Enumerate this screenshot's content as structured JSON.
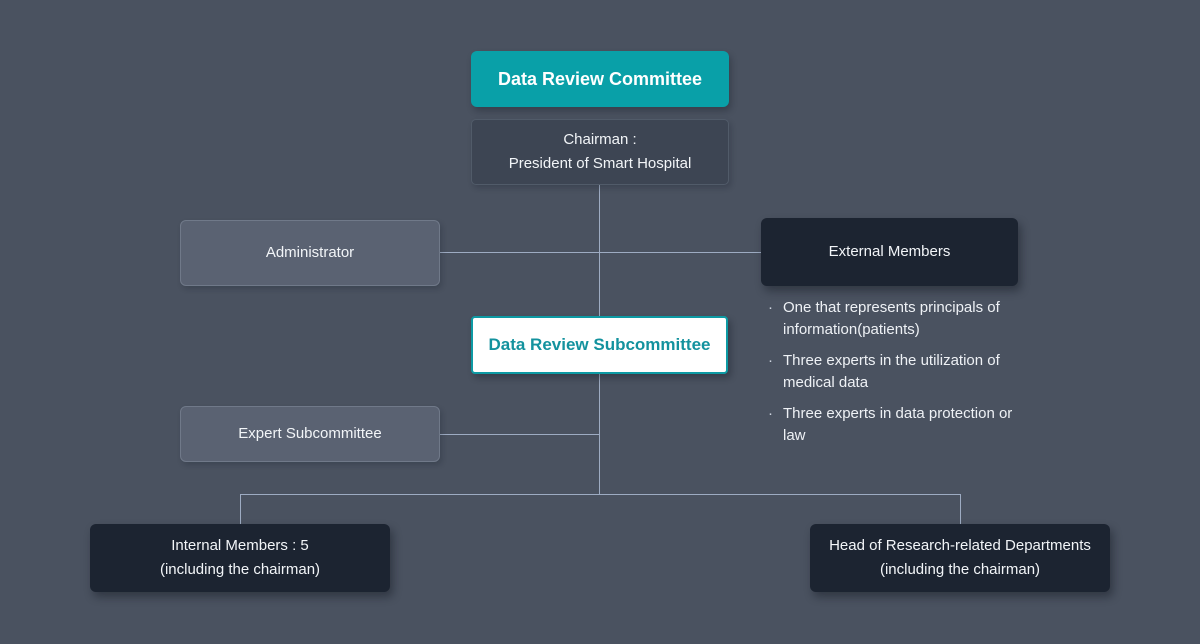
{
  "diagram": {
    "committee": {
      "label": "Data Review Committee"
    },
    "chairman": {
      "line1": "Chairman :",
      "line2": "President of Smart Hospital"
    },
    "administrator": {
      "label": "Administrator"
    },
    "external": {
      "label": "External Members",
      "bullets": [
        {
          "marker": "·",
          "text": "One that represents principals of information(patients)"
        },
        {
          "marker": "·",
          "text": "Three experts in the utilization of medical data"
        },
        {
          "marker": "·",
          "text": "Three experts in data protection or law"
        }
      ]
    },
    "subcommittee": {
      "label": "Data Review Subcommittee"
    },
    "expert": {
      "label": "Expert Subcommittee"
    },
    "internal": {
      "line1": "Internal Members : 5",
      "line2": "(including the chairman)"
    },
    "research": {
      "line1": "Head of Research-related Departments",
      "line2": "(including the chairman)"
    }
  },
  "colors": {
    "background": "#4a5260",
    "teal": "#09a0a8",
    "teal_text": "#13929e",
    "dark_navy": "#1c2431",
    "mid_gray": "#5a6272",
    "chairman_gray": "#3d4553",
    "connector_line": "#9dabc2",
    "text": "#f2f5f8"
  }
}
